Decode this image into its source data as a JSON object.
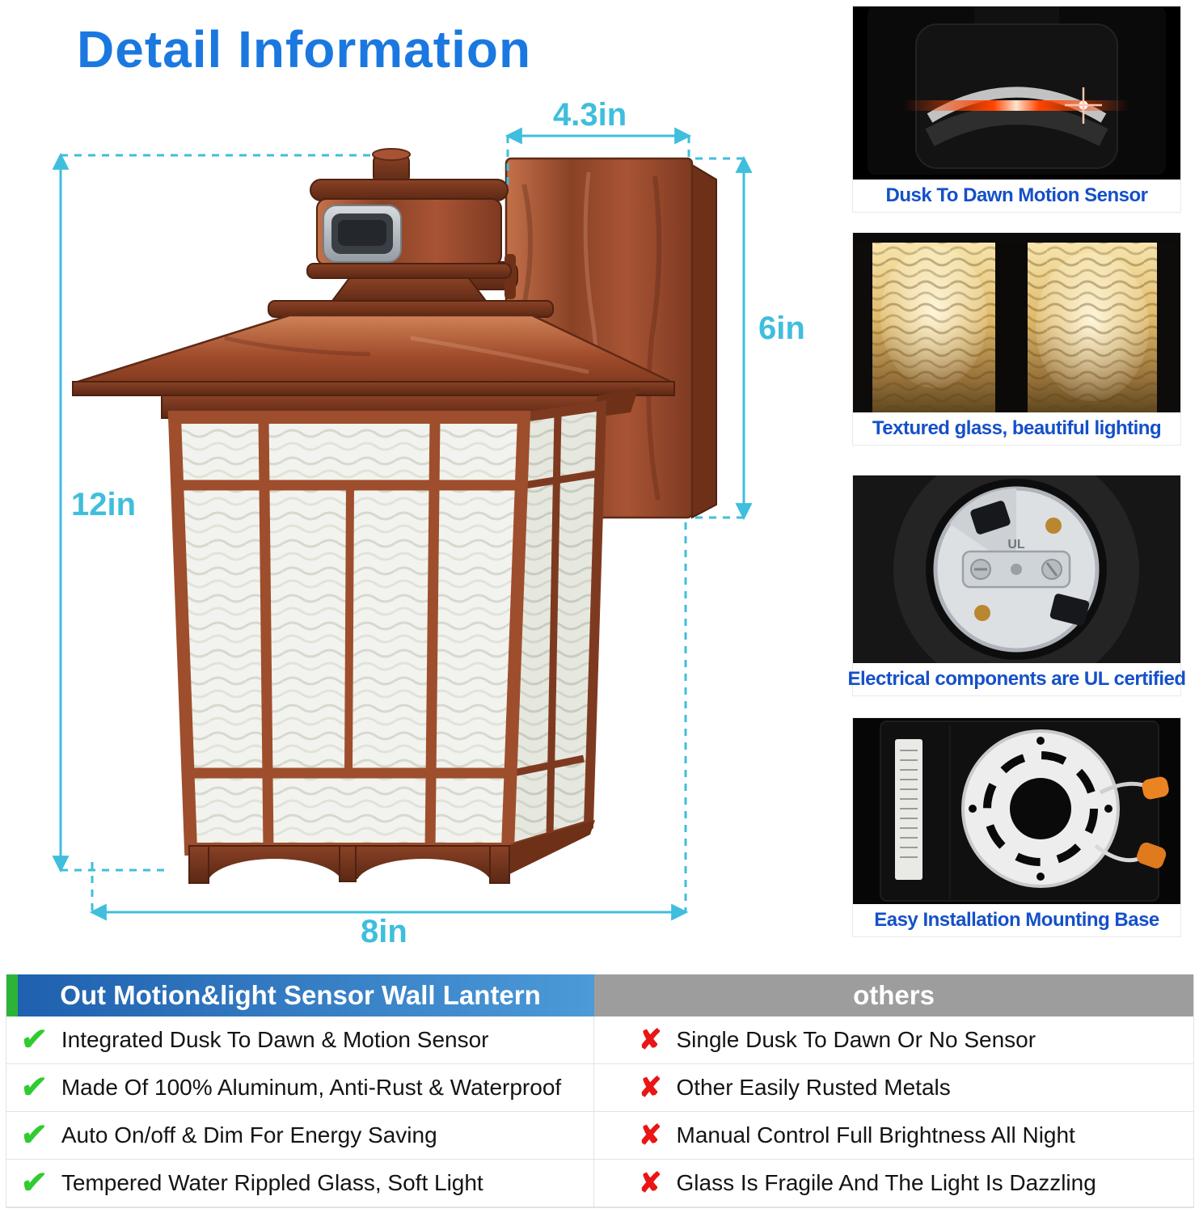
{
  "page": {
    "title": "Detail Information"
  },
  "diagram": {
    "dim_top_width": "4.3in",
    "dim_plate_height": "6in",
    "dim_total_height": "12in",
    "dim_bottom_width": "8in"
  },
  "features": [
    {
      "caption": "Dusk To Dawn Motion Sensor"
    },
    {
      "caption": "Textured glass, beautiful lighting"
    },
    {
      "caption": "Electrical components are UL certified",
      "ul_mark": "UL"
    },
    {
      "caption": "Easy Installation Mounting Base"
    }
  ],
  "comparison": {
    "left_header": "Out Motion&light Sensor Wall Lantern",
    "right_header": "others",
    "check_icon": "✔",
    "cross_icon": "✘",
    "left_rows": [
      "Integrated Dusk To Dawn & Motion Sensor",
      "Made Of 100% Aluminum, Anti-Rust & Waterproof",
      "Auto On/off & Dim For Energy Saving",
      "Tempered Water Rippled Glass, Soft Light"
    ],
    "right_rows": [
      "Single Dusk To Dawn Or No Sensor",
      "Other Easily Rusted Metals",
      "Manual Control Full Brightness All Night",
      "Glass Is Fragile And The Light Is Dazzling"
    ]
  },
  "colors": {
    "title_blue": "#1a78e0",
    "dimension_cyan": "#3fbedd",
    "caption_blue": "#1550c8",
    "check_green": "#2fcb2f",
    "cross_red": "#ea1515",
    "copper": "#a85434"
  }
}
